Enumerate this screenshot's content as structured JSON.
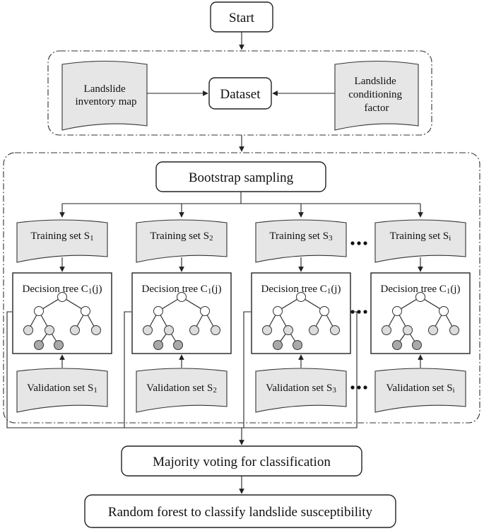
{
  "start": "Start",
  "inputs": {
    "left": [
      "Landslide",
      "inventory map"
    ],
    "center": "Dataset",
    "right": [
      "Landslide",
      "conditioning",
      "factor"
    ]
  },
  "bootstrap": "Bootstrap sampling",
  "columns": [
    {
      "training_prefix": "Training set S",
      "training_sub": "1",
      "tree_prefix": "Decision tree C",
      "tree_sub": "1",
      "tree_suffix": "(j)",
      "validation_prefix": "Validation set S",
      "validation_sub": "1"
    },
    {
      "training_prefix": "Training set S",
      "training_sub": "2",
      "tree_prefix": "Decision tree C",
      "tree_sub": "1",
      "tree_suffix": "(j)",
      "validation_prefix": "Validation set S",
      "validation_sub": "2"
    },
    {
      "training_prefix": "Training set S",
      "training_sub": "3",
      "tree_prefix": "Decision tree C",
      "tree_sub": "1",
      "tree_suffix": "(j)",
      "validation_prefix": "Validation set S",
      "validation_sub": "3"
    },
    {
      "training_prefix": "Training set S",
      "training_sub": "i",
      "tree_prefix": "Decision tree C",
      "tree_sub": "1",
      "tree_suffix": "(j)",
      "validation_prefix": "Validation set S",
      "validation_sub": "i"
    }
  ],
  "voting": "Majority voting for classification",
  "final": "Random forest to classify landslide susceptibility"
}
